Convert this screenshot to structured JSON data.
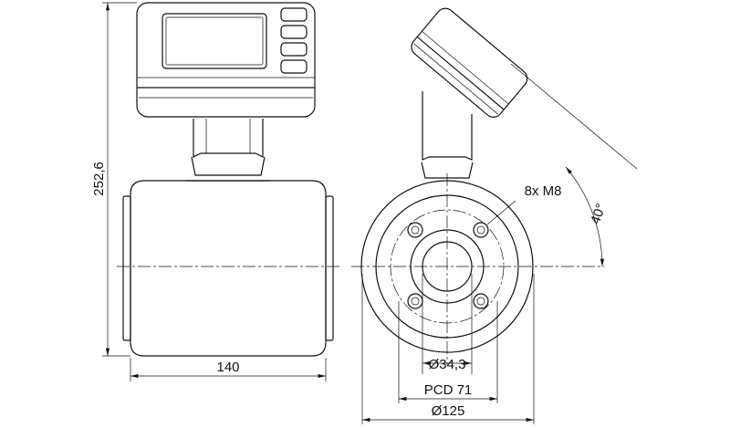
{
  "drawing": {
    "dimensions": {
      "height": "252,6",
      "length": "140",
      "bolts": "8x M8",
      "angle": "40°",
      "bore": "Ø34,3",
      "pcd": "PCD 71",
      "flange": "Ø125"
    }
  }
}
